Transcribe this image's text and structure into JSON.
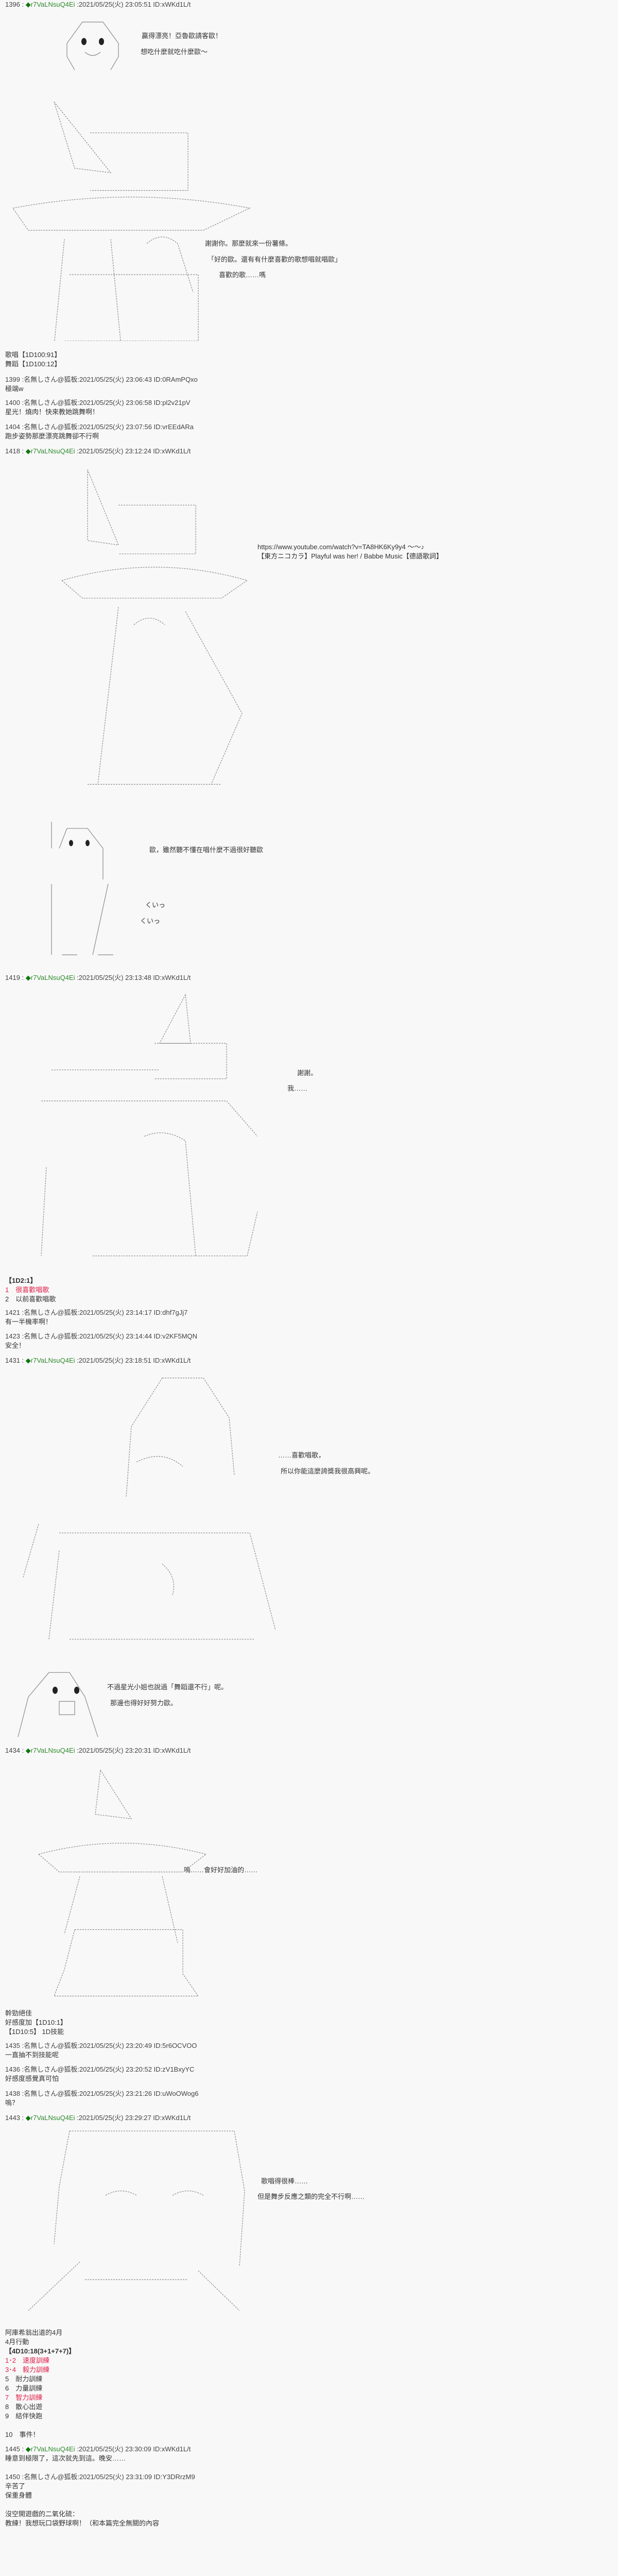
{
  "theme": {
    "background": "#f8f8f8",
    "text": "#333333",
    "trip_color": "#2e8b2e",
    "highlight": "#e0204a"
  },
  "posts": [
    {
      "no": "1396",
      "name": "",
      "trip": "r7VaLNsuQ4Ei",
      "date": "2021/05/25(火) 23:05:51",
      "id": "xWKd1L/t",
      "lines": [
        "贏得漂亮！亞魯歐請客歐！",
        "想吃什麼就吃什麼歐～",
        "謝謝你。那麼就來一份薯條。",
        "「好的歐。還有有什麼喜歡的歌想唱就唱歐」",
        "喜歡的歌……嗎",
        "歌唱【1D100:91】",
        "舞蹈【1D100:12】"
      ]
    },
    {
      "no": "1399",
      "name": "名無しさん@狐板",
      "trip": "",
      "date": "2021/05/25(火) 23:06:43",
      "id": "0RAmPQxo",
      "lines": [
        "極端w"
      ]
    },
    {
      "no": "1400",
      "name": "名無しさん@狐板",
      "trip": "",
      "date": "2021/05/25(火) 23:06:58",
      "id": "pl2v21pV",
      "lines": [
        "星光！燒肉！快來教她跳舞啊！"
      ]
    },
    {
      "no": "1404",
      "name": "名無しさん@狐板",
      "trip": "",
      "date": "2021/05/25(火) 23:07:56",
      "id": "vrEEdARa",
      "lines": [
        "跑步姿勢那麼漂亮跳舞卻不行啊"
      ]
    },
    {
      "no": "1418",
      "name": "",
      "trip": "r7VaLNsuQ4Ei",
      "date": "2021/05/25(火) 23:12:24",
      "id": "xWKd1L/t",
      "lines": [
        "https://www.youtube.com/watch?v=TA8HK6Ky9y4 ～～♪",
        "【東方ニコカラ】Playful was her! / Babbe Music【德語歌詞】",
        "歐，雖然聽不懂在唱什麼不過很好聽歐",
        "くいっ",
        "くいっ"
      ]
    },
    {
      "no": "1419",
      "name": "",
      "trip": "r7VaLNsuQ4Ei",
      "date": "2021/05/25(火) 23:13:48",
      "id": "xWKd1L/t",
      "lines": [
        "謝謝。",
        "我……",
        "【1D2:1】",
        "1　很喜歡唱歌",
        "2　以前喜歡唱歌"
      ]
    },
    {
      "no": "1421",
      "name": "名無しさん@狐板",
      "trip": "",
      "date": "2021/05/25(火) 23:14:17",
      "id": "dhf7gJj7",
      "lines": [
        "有一半機率啊！"
      ]
    },
    {
      "no": "1423",
      "name": "名無しさん@狐板",
      "trip": "",
      "date": "2021/05/25(火) 23:14:44",
      "id": "v2KF5MQN",
      "lines": [
        "安全！"
      ]
    },
    {
      "no": "1431",
      "name": "",
      "trip": "r7VaLNsuQ4Ei",
      "date": "2021/05/25(火) 23:18:51",
      "id": "xWKd1L/t",
      "lines": [
        "……喜歡唱歌，",
        "所以你能這麼誇獎我很高興呢。",
        "不過星光小姐也說過「舞蹈還不行」呢。",
        "那邊也得好好努力歐。"
      ]
    },
    {
      "no": "1434",
      "name": "",
      "trip": "r7VaLNsuQ4Ei",
      "date": "2021/05/25(火) 23:20:31",
      "id": "xWKd1L/t",
      "lines": [
        "嗚……會好好加油的……",
        "幹勁絕佳",
        "好感度加【1D10:1】",
        "【1D10:5】 1D技能"
      ]
    },
    {
      "no": "1435",
      "name": "名無しさん@狐板",
      "trip": "",
      "date": "2021/05/25(火) 23:20:49",
      "id": "5r6OCVOO",
      "lines": [
        "一直抽不到技能呢"
      ]
    },
    {
      "no": "1436",
      "name": "名無しさん@狐板",
      "trip": "",
      "date": "2021/05/25(火) 23:20:52",
      "id": "zV1BxyYC",
      "lines": [
        "好感度感覺真可怕"
      ]
    },
    {
      "no": "1438",
      "name": "名無しさん@狐板",
      "trip": "",
      "date": "2021/05/25(火) 23:21:26",
      "id": "uWoOWog6",
      "lines": [
        "嗚？"
      ]
    },
    {
      "no": "1443",
      "name": "",
      "trip": "r7VaLNsuQ4Ei",
      "date": "2021/05/25(火) 23:29:27",
      "id": "xWKd1L/t",
      "lines": [
        "歌唱得很棒……",
        "但是舞步反應之類的完全不行啊……",
        "阿庫希翁出道的4月",
        "4月行動",
        "【4D10:18(3+1+7+7)】",
        "1･2　速度訓練",
        "3･4　毅力訓練",
        "5　耐力訓練",
        "6　力量訓練",
        "7　智力訓練",
        "8　散心出遊",
        "9　結伴快跑",
        "10　事件！"
      ]
    },
    {
      "no": "1445",
      "name": "",
      "trip": "r7VaLNsuQ4Ei",
      "date": "2021/05/25(火) 23:30:09",
      "id": "xWKd1L/t",
      "lines": [
        "睡意到極限了，這次就先到這。晚安……"
      ]
    },
    {
      "no": "1450",
      "name": "名無しさん@狐板",
      "trip": "",
      "date": "2021/05/25(火) 23:31:09",
      "id": "Y3DRrzM9",
      "lines": [
        "辛苦了",
        "保重身體",
        "沒空開遊戲的二氧化硫：",
        "教練！我想玩口袋野球啊！（和本篇完全無關的內容"
      ]
    }
  ]
}
